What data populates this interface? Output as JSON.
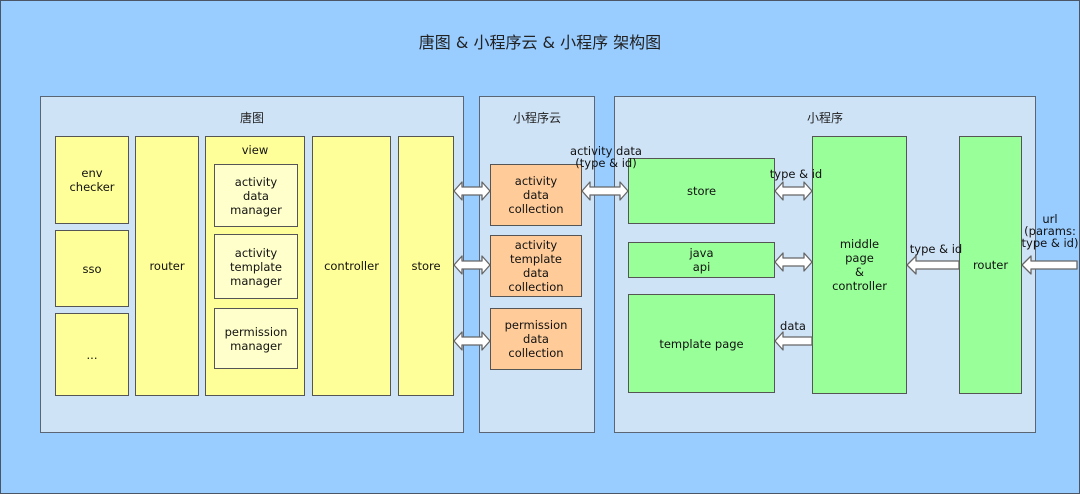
{
  "title": "唐图 & 小程序云 & 小程序 架构图",
  "panels": {
    "tangtu": {
      "title": "唐图",
      "env_checker": "env\nchecker",
      "sso": "sso",
      "more": "...",
      "router": "router",
      "view": {
        "title": "view",
        "activity_data_manager": "activity\ndata\nmanager",
        "activity_template_manager": "activity\ntemplate\nmanager",
        "permission_manager": "permission\nmanager"
      },
      "controller": "controller",
      "store": "store"
    },
    "cloud": {
      "title": "小程序云",
      "activity_data_collection": "activity\ndata\ncollection",
      "activity_template_data_collection": "activity\ntemplate\ndata\ncollection",
      "permission_data_collection": "permission\ndata\ncollection"
    },
    "miniprogram": {
      "title": "小程序",
      "store": "store",
      "java_api": "java\napi",
      "template_page": "template page",
      "middle_page_controller": "middle\npage\n&\ncontroller",
      "router": "router"
    }
  },
  "labels": {
    "activity_data": "activity data\n(type & id)",
    "type_id_1": "type & id",
    "type_id_2": "type & id",
    "data": "data",
    "url_params": "url\n(params:\ntype & id)"
  },
  "colors": {
    "background": "#99ccff",
    "panel": "#cfe3f7",
    "yellow": "#ffff99",
    "light_yellow": "#ffffcc",
    "orange": "#ffcc99",
    "green": "#99ff99"
  }
}
